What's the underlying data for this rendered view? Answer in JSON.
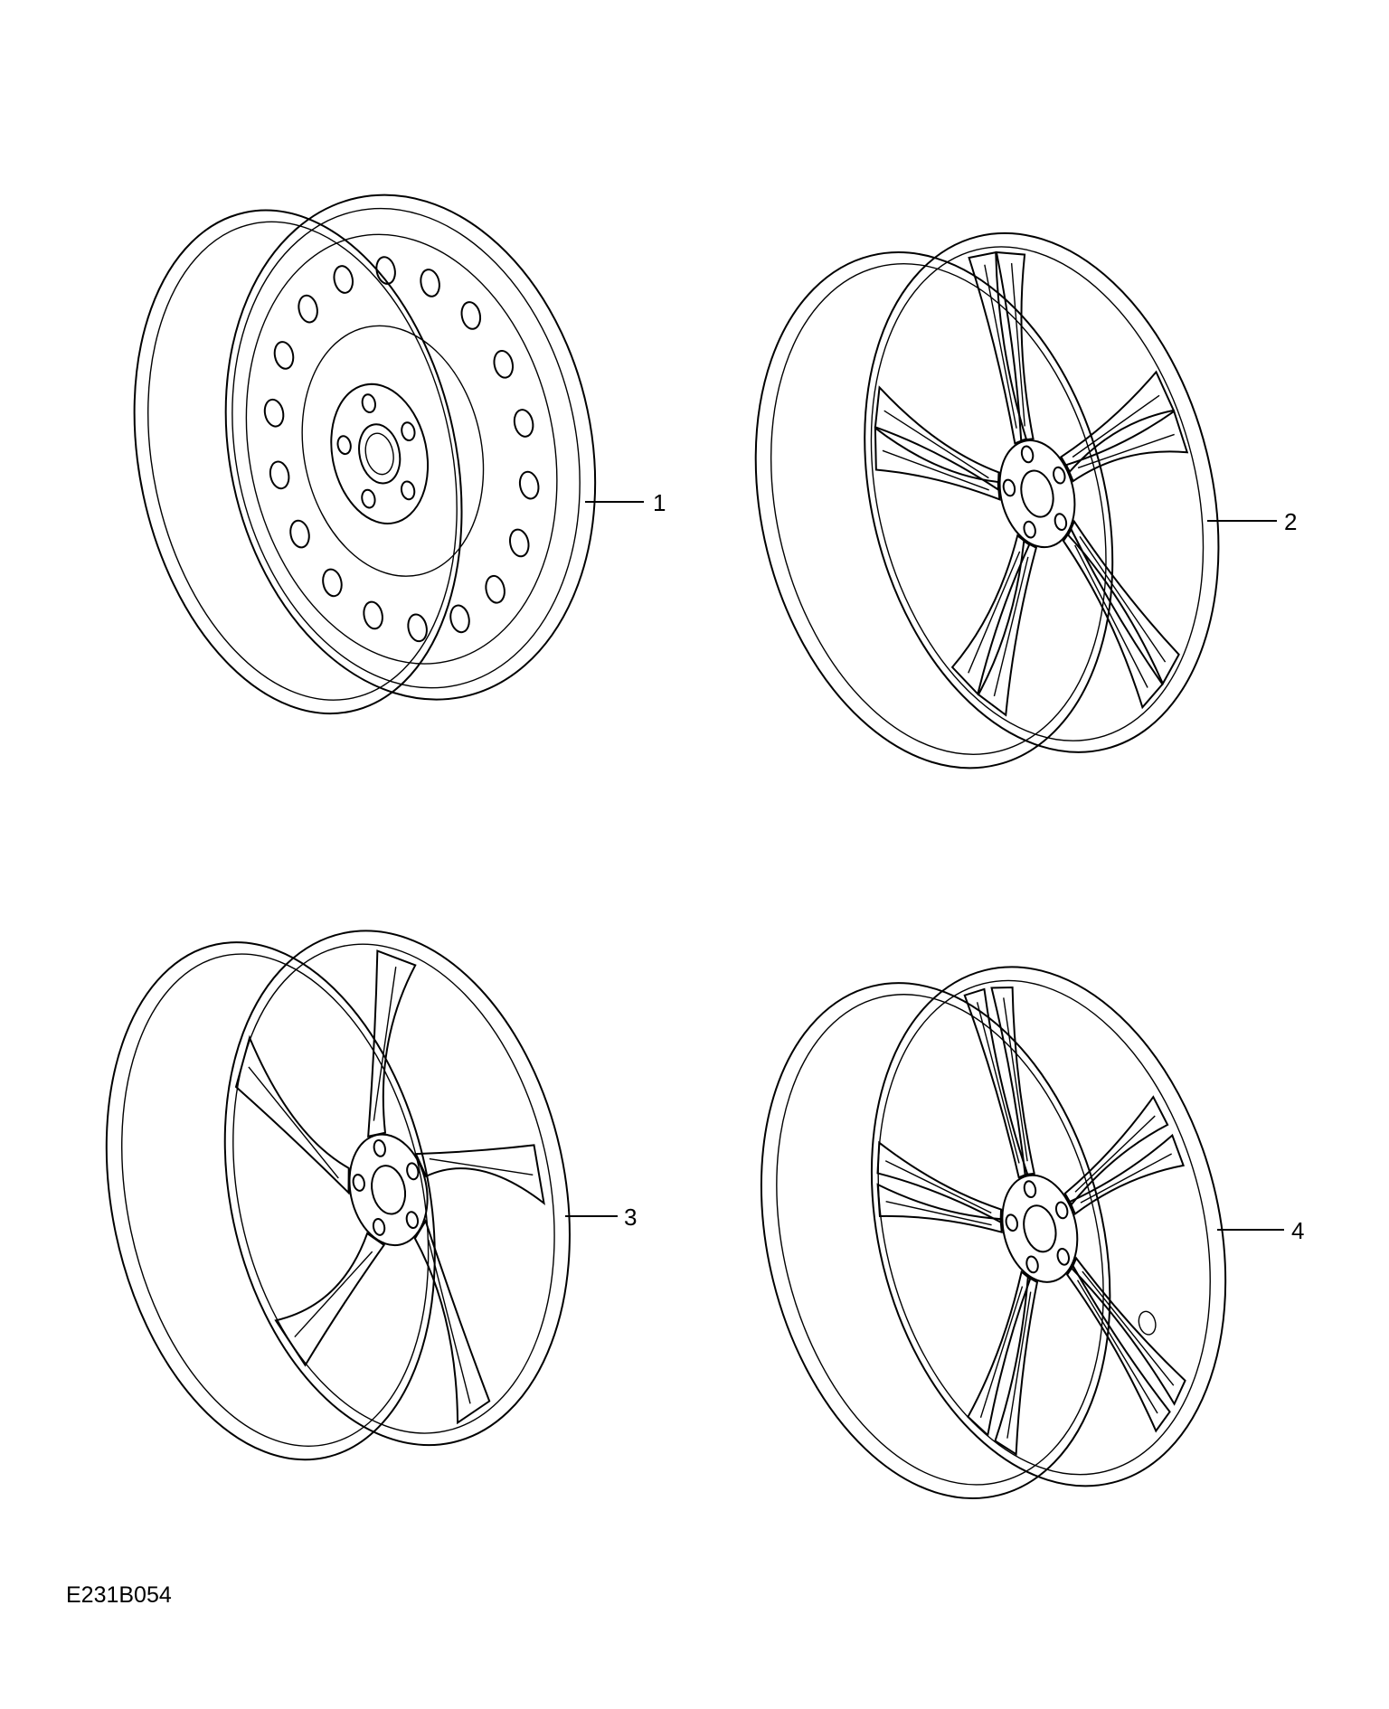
{
  "figure": {
    "code": "E231B054"
  },
  "callouts": [
    {
      "id": "1",
      "label": "1"
    },
    {
      "id": "2",
      "label": "2"
    },
    {
      "id": "3",
      "label": "3"
    },
    {
      "id": "4",
      "label": "4"
    }
  ],
  "colors": {
    "line": "#000000",
    "background": "#ffffff"
  }
}
